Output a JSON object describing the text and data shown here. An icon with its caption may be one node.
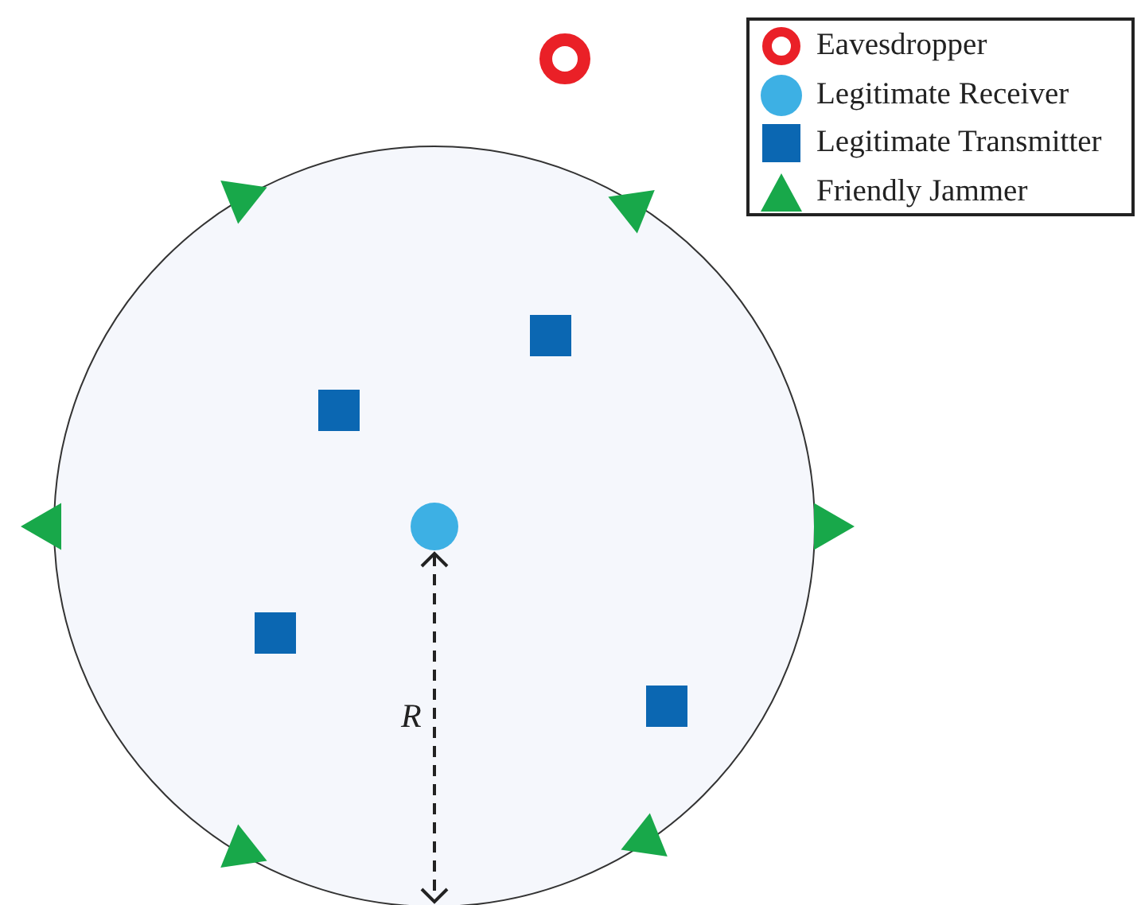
{
  "diagram": {
    "labels": [
      "R"
    ],
    "legend": [
      {
        "text": "Eavesdropper"
      },
      {
        "text": "Legitimate Receiver"
      },
      {
        "text": "Legitimate Transmitter"
      },
      {
        "text": "Friendly Jammer"
      }
    ]
  }
}
